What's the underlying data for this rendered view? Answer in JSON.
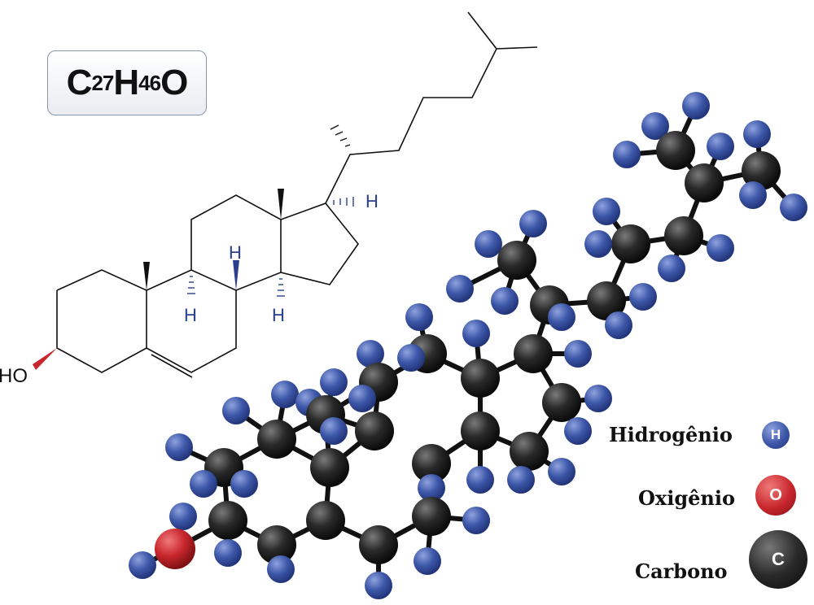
{
  "formula": {
    "parts": [
      "C",
      "27",
      "H",
      "46",
      "O"
    ]
  },
  "skeletal": {
    "hydroxyl_label": "HO",
    "h_labels": [
      "H",
      "H",
      "H",
      "H"
    ]
  },
  "legend": [
    {
      "label": "Hidrogênio",
      "symbol": "H",
      "color": "#3d57a8"
    },
    {
      "label": "Oxigênio",
      "symbol": "O",
      "color": "#c8262c"
    },
    {
      "label": "Carbono",
      "symbol": "C",
      "color": "#2a2a2a"
    }
  ],
  "colors": {
    "hydrogen": "#3d57a8",
    "oxygen": "#c8262c",
    "carbon": "#2a2a2a",
    "bond": "#111111"
  }
}
